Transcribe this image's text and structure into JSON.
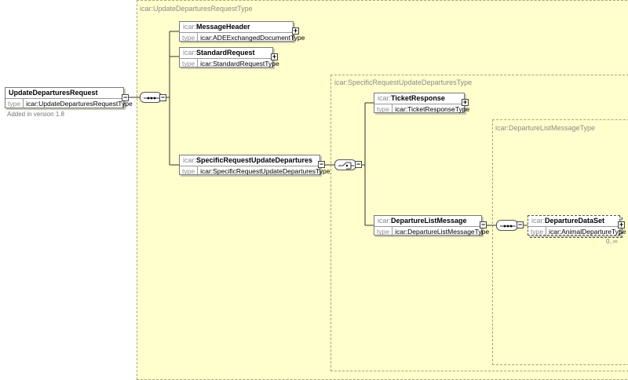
{
  "root": {
    "name": "UpdateDeparturesRequest",
    "type_key": "type",
    "type_value": "icar:UpdateDeparturesRequestType",
    "note": "Added in version 1.8"
  },
  "type_boxes": {
    "outer": "icar:UpdateDeparturesRequestType",
    "specific": "icar:SpecificRequestUpdateDeparturesType",
    "departure_list": "icar:DepartureListMessageType"
  },
  "elements": {
    "message_header": {
      "prefix": "icar:",
      "name": "MessageHeader",
      "type_key": "type",
      "type_value": "icar:ADEExchangedDocumentType"
    },
    "standard_request": {
      "prefix": "icar:",
      "name": "StandardRequest",
      "type_key": "type",
      "type_value": "icar:StandardRequestType"
    },
    "specific_request": {
      "prefix": "icar:",
      "name": "SpecificRequestUpdateDepartures",
      "type_key": "type",
      "type_value": "icar:SpecificRequestUpdateDeparturesType"
    },
    "ticket_response": {
      "prefix": "icar:",
      "name": "TicketResponse",
      "type_key": "type",
      "type_value": "icar:TicketResponseType"
    },
    "departure_list_message": {
      "prefix": "icar:",
      "name": "DepartureListMessage",
      "type_key": "type",
      "type_value": "icar:DepartureListMessageType"
    },
    "departure_data_set": {
      "prefix": "icar:",
      "name": "DepartureDataSet",
      "type_key": "type",
      "type_value": "icar:AnimalDepartureType",
      "occurrence": "0..∞"
    }
  },
  "expander_symbols": {
    "expand": "+",
    "collapse": "−"
  }
}
